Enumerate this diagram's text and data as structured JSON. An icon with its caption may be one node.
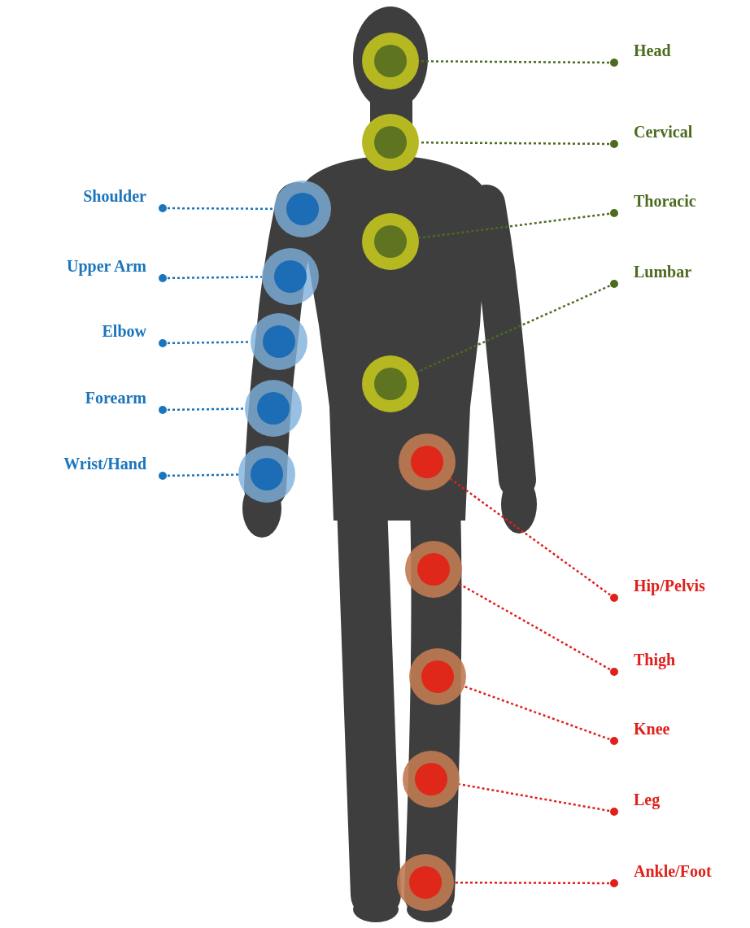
{
  "diagram": {
    "nodes": [
      {
        "text": [
          "Head"
        ]
      },
      {
        "text": [
          "Cervical"
        ]
      },
      {
        "text": [
          "Thoracic"
        ]
      },
      {
        "text": [
          "Lumbar"
        ]
      },
      {
        "text": [
          "Shoulder"
        ]
      },
      {
        "text": [
          "Upper Arm"
        ]
      },
      {
        "text": [
          "Elbow"
        ]
      },
      {
        "text": [
          "Forearm"
        ]
      },
      {
        "text": [
          "Wrist/Hand"
        ]
      },
      {
        "text": [
          "Hip/Pelvis"
        ]
      },
      {
        "text": [
          "Thigh"
        ]
      },
      {
        "text": [
          "Knee"
        ]
      },
      {
        "text": [
          "Leg"
        ]
      },
      {
        "text": [
          "Ankle/Foot"
        ]
      },
      {
        "text": [],
        "shape": "circle"
      },
      {
        "text": [],
        "shape": "circle"
      },
      {
        "text": [],
        "shape": "circle"
      },
      {
        "text": [],
        "shape": "circle"
      },
      {
        "text": [],
        "shape": "circle"
      },
      {
        "text": [],
        "shape": "circle"
      },
      {
        "text": [],
        "shape": "circle"
      },
      {
        "text": [],
        "shape": "circle"
      },
      {
        "text": [],
        "shape": "circle"
      },
      {
        "text": [],
        "shape": "circle"
      },
      {
        "text": [],
        "shape": "circle"
      },
      {
        "text": [],
        "shape": "circle"
      },
      {
        "text": [],
        "shape": "circle"
      },
      {
        "text": [],
        "shape": "circle"
      }
    ],
    "edges": [
      {
        "from": 0,
        "to": 14,
        "arrow": "other",
        "style": "dashed",
        "color": "#4d6b1f"
      },
      {
        "from": 1,
        "to": 15,
        "arrow": "other",
        "style": "dashed",
        "color": "#4d6b1f"
      },
      {
        "from": 2,
        "to": 16,
        "arrow": "other",
        "style": "dashed",
        "color": "#4d6b1f"
      },
      {
        "from": 3,
        "to": 17,
        "arrow": "other",
        "style": "dashed",
        "color": "#4d6b1f"
      },
      {
        "from": 4,
        "to": 18,
        "arrow": "other",
        "style": "dashed",
        "color": "#1b75bc"
      },
      {
        "from": 5,
        "to": 19,
        "arrow": "other",
        "style": "dashed",
        "color": "#1b75bc"
      },
      {
        "from": 6,
        "to": 20,
        "arrow": "other",
        "style": "dashed",
        "color": "#1b75bc"
      },
      {
        "from": 7,
        "to": 21,
        "arrow": "other",
        "style": "dashed",
        "color": "#1b75bc"
      },
      {
        "from": 8,
        "to": 22,
        "arrow": "other",
        "style": "dashed",
        "color": "#1b75bc"
      },
      {
        "from": 9,
        "to": 23,
        "arrow": "other",
        "style": "dashed",
        "color": "#e0201b"
      },
      {
        "from": 10,
        "to": 24,
        "arrow": "other",
        "style": "dashed",
        "color": "#e0201b"
      },
      {
        "from": 11,
        "to": 25,
        "arrow": "other",
        "style": "dashed",
        "color": "#e0201b"
      },
      {
        "from": 12,
        "to": 26,
        "arrow": "other",
        "style": "dashed",
        "color": "#e0201b"
      },
      {
        "from": 13,
        "to": 27,
        "arrow": "other",
        "style": "dashed",
        "color": "#e0201b"
      }
    ]
  }
}
